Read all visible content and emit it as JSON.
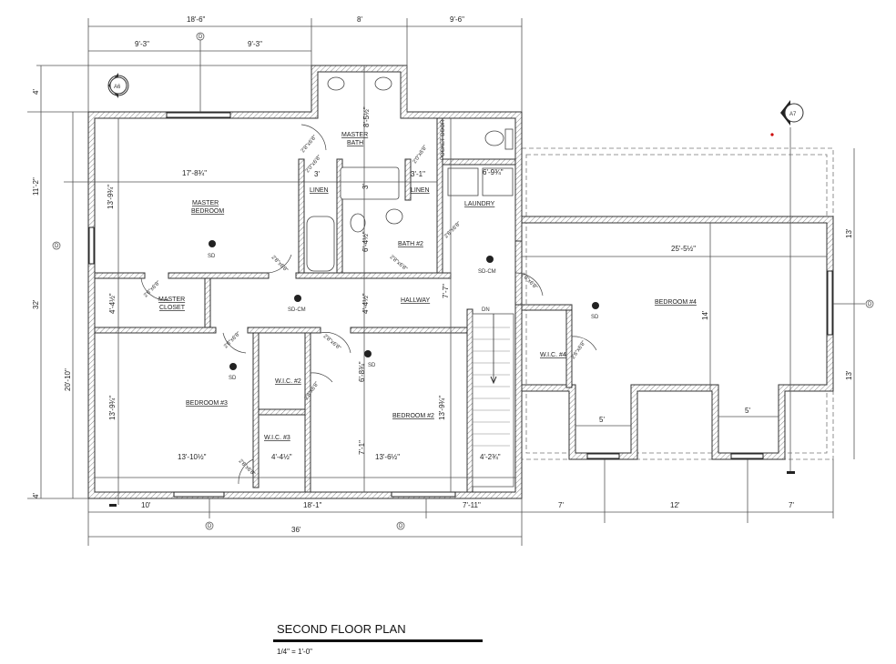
{
  "title": "SECOND FLOOR PLAN",
  "scale": "1/4\" = 1'-0\"",
  "rooms": {
    "master_bedroom": [
      "MASTER",
      "BEDROOM"
    ],
    "master_bath": [
      "MASTER",
      "BATH"
    ],
    "master_closet": [
      "MASTER",
      "CLOSET"
    ],
    "linen_1": "LINEN",
    "linen_2": "LINEN",
    "laundry": "LAUNDRY",
    "bath2": "BATH #2",
    "hallway": "HALLWAY",
    "bedroom2": "BEDROOM #2",
    "bedroom3": "BEDROOM #3",
    "bedroom4": "BEDROOM #4",
    "wic2": "W.I.C. #2",
    "wic3": "W.I.C. #3",
    "wic4": "W.I.C. #4",
    "stair_dn": "DN"
  },
  "detectors": {
    "sd": "SD",
    "sdcm": "SD-CM"
  },
  "dims": {
    "top_a": "18'-6\"",
    "top_b": "8'",
    "top_c": "9'-6\"",
    "top_d": "9'-3\"",
    "top_e": "9'-3\"",
    "left_a": "4'",
    "left_b": "11'-2\"",
    "left_c": "32'",
    "left_d": "20'-10\"",
    "left_e": "4'",
    "bot_a": "10'",
    "bot_b": "18'-1\"",
    "bot_c": "7'-11\"",
    "bot_total": "36'",
    "wing_a": "7'",
    "wing_b": "12'",
    "wing_c": "7'",
    "right_a": "13'",
    "right_b": "13'",
    "mb_w": "17'-8¾\"",
    "mb_h": "13'-9¾\"",
    "bath_h": "8'-5½\"",
    "linen1": "3'",
    "linen2": "3'-1\"",
    "tub": "3'",
    "laundry_w": "6'-9¾\"",
    "bath2_h": "6'-4½\"",
    "hall_h": "4'-4½\"",
    "closet_h": "4'-4½\"",
    "stair_h": "7'-7\"",
    "br3_w": "13'-10½\"",
    "br3_h": "13'-9¾\"",
    "wic3_w": "4'-4½\"",
    "br2_w": "13'-6½\"",
    "br2_h": "13'-9¾\"",
    "br2_a": "6'-8¾\"",
    "br2_b": "7'-1\"",
    "stair_w": "4'-2¾\"",
    "br4_w": "25'-5½\"",
    "br4_h": "14'",
    "bump1": "5'",
    "bump2": "5'"
  },
  "doors": {
    "d28": "2'8\"x6'8\"",
    "d20": "2'0\"x6'8\"",
    "d26": "2'6\"x6'8\"",
    "pocket": "POCKET DOOR"
  },
  "markers": {
    "a6": "A6",
    "a7": "A7",
    "grid": "D"
  }
}
